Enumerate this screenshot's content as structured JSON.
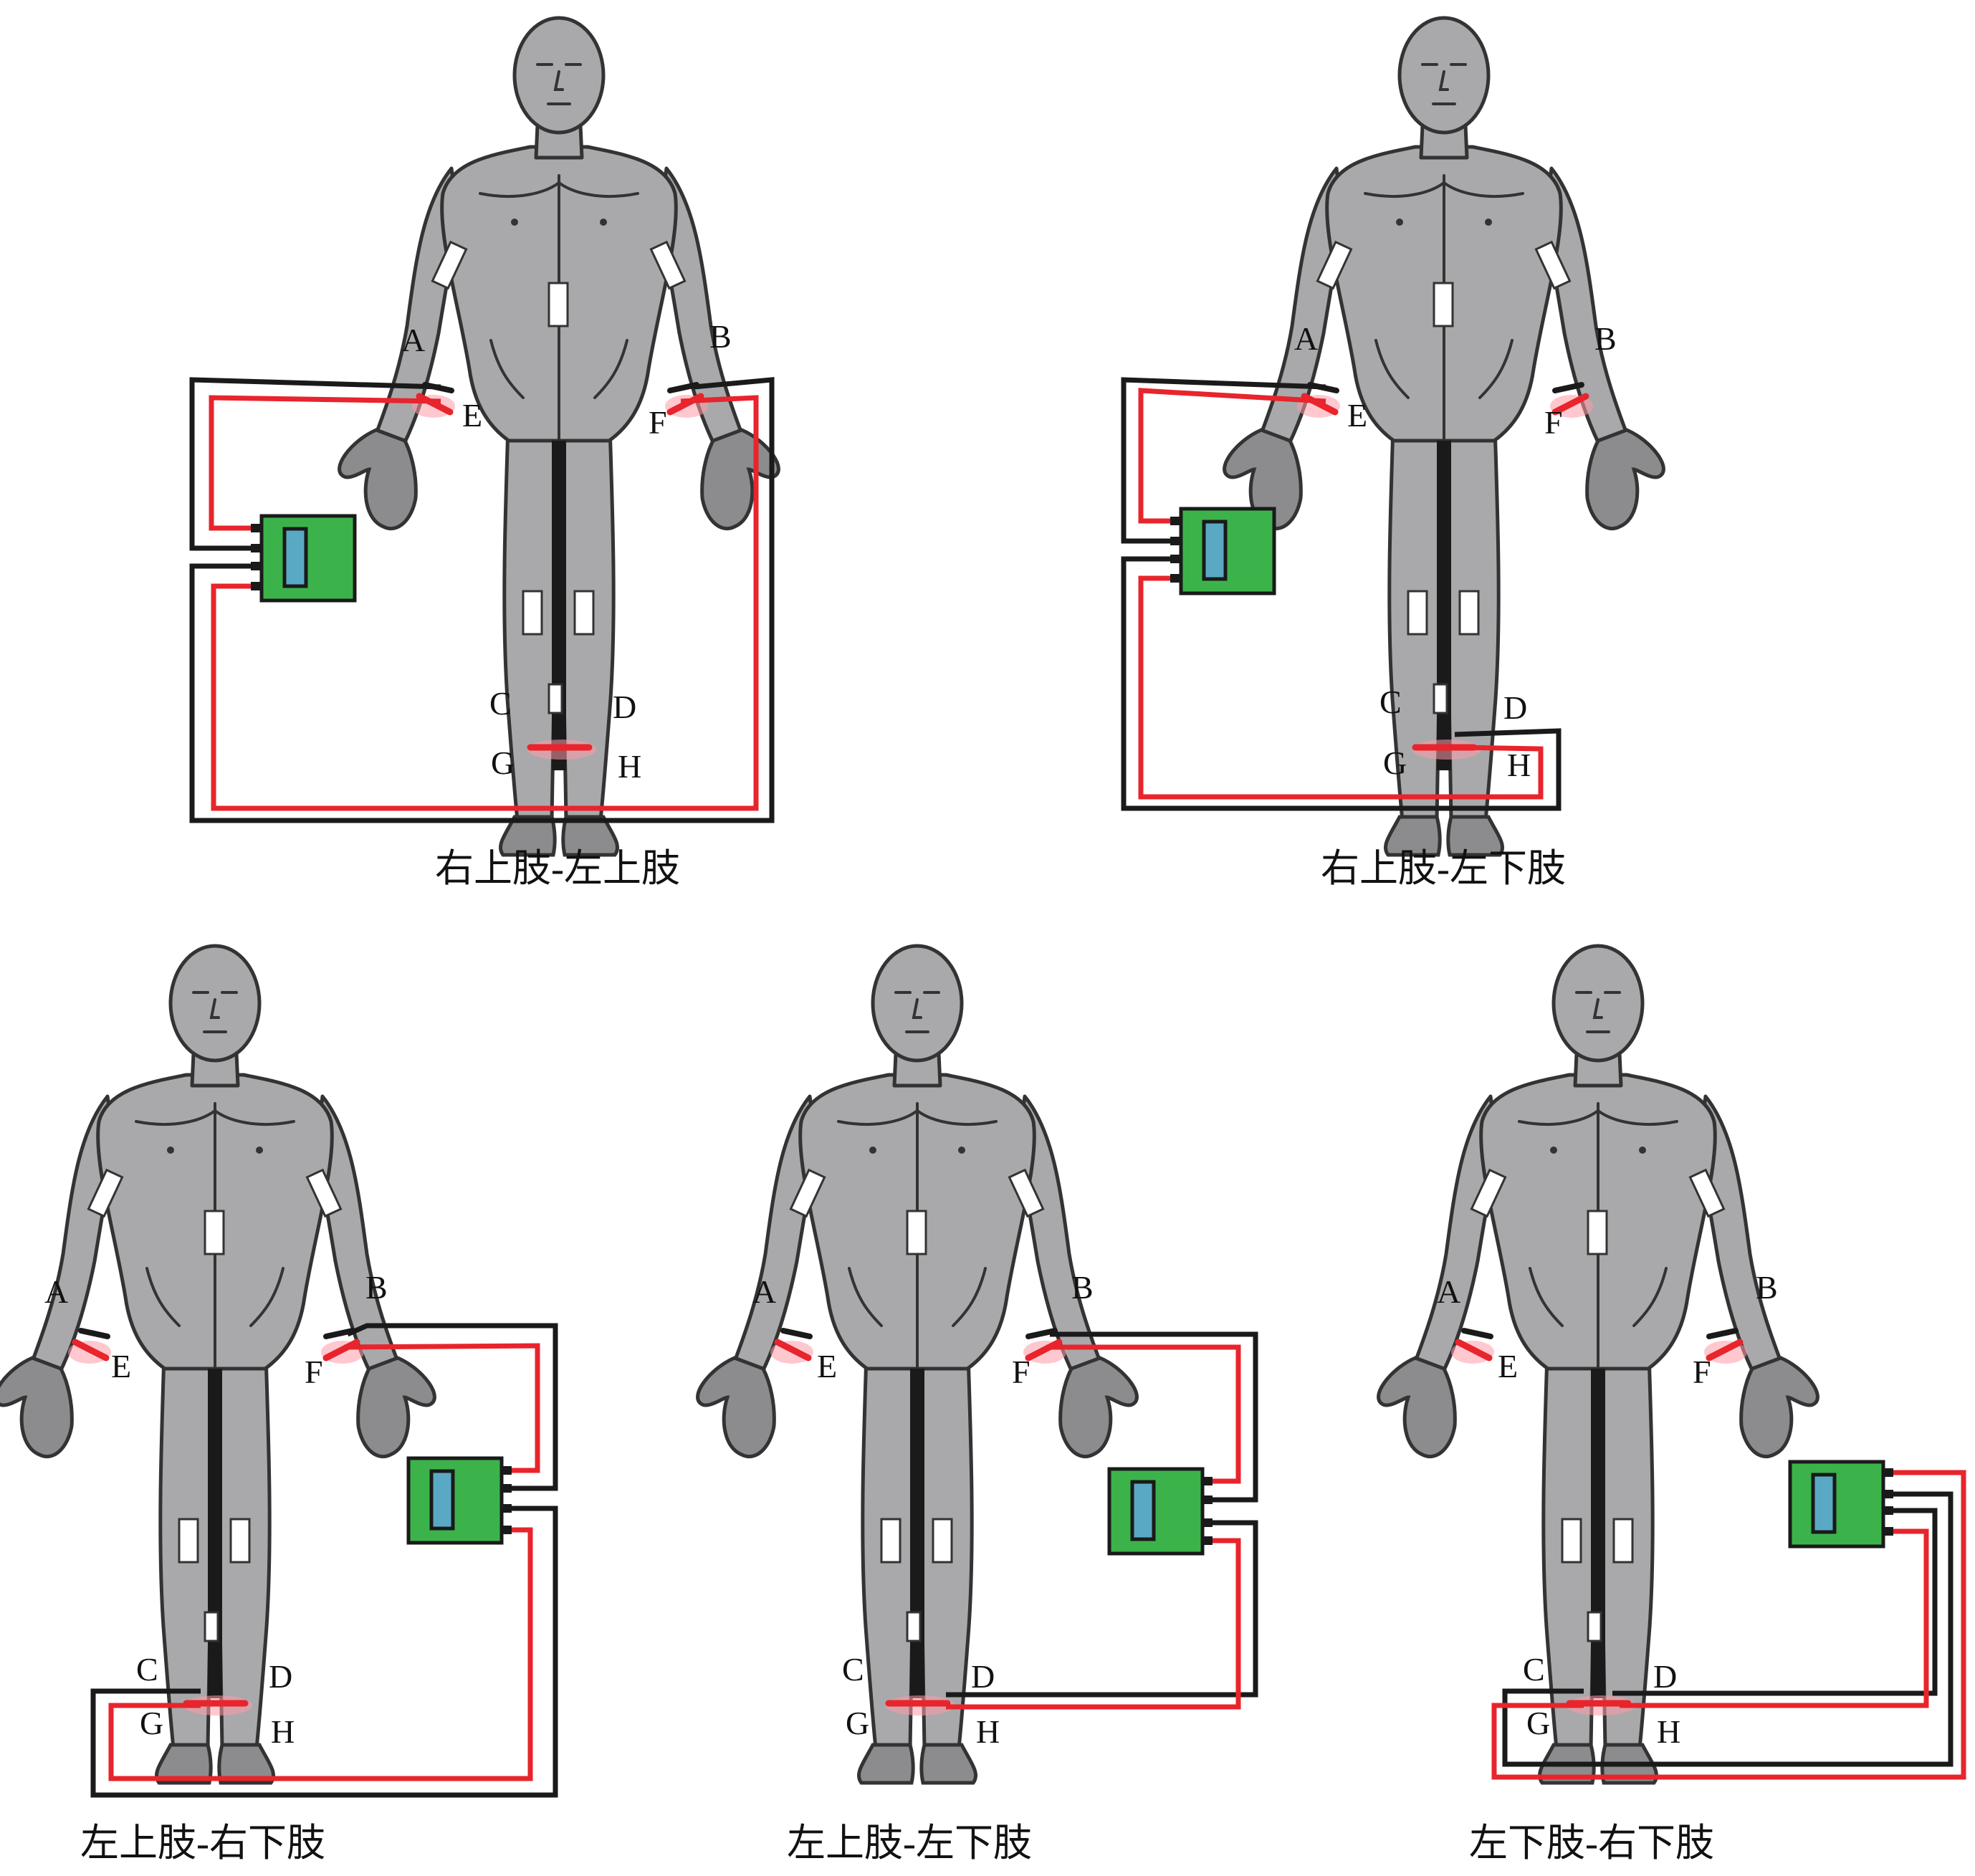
{
  "panels": [
    {
      "caption": "右上肢-左上肢",
      "labels": {
        "a": "A",
        "b": "B",
        "c": "C",
        "d": "D",
        "e": "E",
        "f": "F",
        "g": "G",
        "h": "H"
      }
    },
    {
      "caption": "右上肢-左下肢",
      "labels": {
        "a": "A",
        "b": "B",
        "c": "C",
        "d": "D",
        "e": "E",
        "f": "F",
        "g": "G",
        "h": "H"
      }
    },
    {
      "caption": "左上肢-右下肢",
      "labels": {
        "a": "A",
        "b": "B",
        "c": "C",
        "d": "D",
        "e": "E",
        "f": "F",
        "g": "G",
        "h": "H"
      }
    },
    {
      "caption": "左上肢-左下肢",
      "labels": {
        "a": "A",
        "b": "B",
        "c": "C",
        "d": "D",
        "e": "E",
        "f": "F",
        "g": "G",
        "h": "H"
      }
    },
    {
      "caption": "左下肢-右下肢",
      "labels": {
        "a": "A",
        "b": "B",
        "c": "C",
        "d": "D",
        "e": "E",
        "f": "F",
        "g": "G",
        "h": "H"
      }
    }
  ],
  "colors": {
    "wire_current": "#1a1a1a",
    "wire_voltage": "#e8242c",
    "device_body": "#3cb34a",
    "device_screen": "#5aa9c4",
    "figure": "#a9a9ab"
  },
  "icons": {
    "device": "measurement-device-icon",
    "figure": "human-figure-icon"
  }
}
